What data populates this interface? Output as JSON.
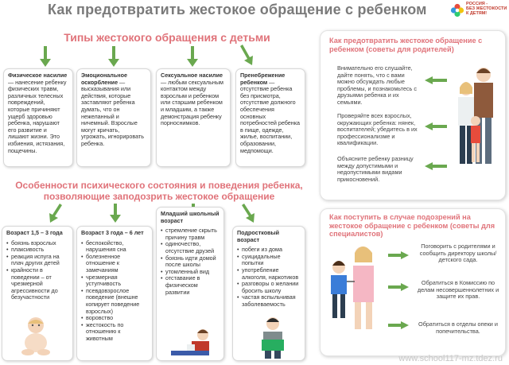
{
  "title": "Как предотвратить жестокое обращение с ребенком",
  "logo": {
    "line1": "РОССИЯ -",
    "line2": "БЕЗ ЖЕСТОКОСТИ",
    "line3": "К ДЕТЯМ!"
  },
  "section1": "Типы жестокого обращения с детьми",
  "types": [
    {
      "heading": "Физическое насилие",
      "text": " — нанесение ребенку физических травм, различных телесных повреждений, которые причиняют ущерб здоровью ребенка, нарушают его развитие и лишают жизни. Это избиения, истязания, пощечины."
    },
    {
      "heading": "Эмоциональное оскорбление",
      "text": " — высказывания или действия, которые заставляют ребенка думать, что он нежеланный и ничемный. Взрослые могут кричать, угрожать, игнорировать ребенка."
    },
    {
      "heading": "Сексуальное насилие",
      "text": " — любым сексуальным контактом между взрослым и ребенком или старшим ребенком и младшим, а также демонстрация ребенку порноснимков."
    },
    {
      "heading": "Пренебрежение ребенком",
      "text": " — отсутствие ребенка без присмотра, отсутствие должного обеспечения основных потребностей ребенка в пище, одежде, жилье, воспитании, образовании, медпомощи."
    }
  ],
  "section2_line1": "Особенности психического состояния и поведения ребенка,",
  "section2_line2": "позволяющие заподозрить жестокое обращение",
  "ages": [
    {
      "heading": "Возраст 1,5 – 3 года",
      "items": [
        "боязнь взрослых",
        "плаксивость",
        "реакция испуга на плач других детей",
        "крайности в поведении – от чрезмерной агрессивности до безучастности"
      ]
    },
    {
      "heading": "Возраст 3 года – 6 лет",
      "items": [
        "беспокойство, нарушения сна",
        "болезненное отношение к замечаниям",
        "чрезмерная уступчивость",
        "псевдовзрослое поведение (внешне копирует поведение взрослых)",
        "воровство",
        "жестокость по отношению к животным"
      ]
    },
    {
      "heading": "Младший школьный возраст",
      "items": [
        "стремление скрыть причину травм",
        "одиночество, отсутствие друзей",
        "боязнь идти домой после школы",
        "утомленный вид",
        "отставание в физическом развитии"
      ]
    },
    {
      "heading": "Подростковый возраст",
      "items": [
        "побеги из дома",
        "суицидальные попытки",
        "употребление алкоголя, наркотиков",
        "разговоры о желании бросить школу",
        "частая вспыльчивая заболеваемость"
      ]
    }
  ],
  "parents": {
    "title": "Как предотвратить жестокое обращение с ребенком (советы для родителей)",
    "tips": [
      "Внимательно его слушайте, дайте понять, что с вами можно обсуждать любые проблемы, и познакомьтесь с друзьями ребенка и их семьями.",
      "Проверяйте всех взрослых, окружающих ребенка: нянек, воспитателей; убедитесь в их профессионализме и квалификации.",
      "Объясните ребенку разницу между допустимыми и недопустимыми видами прикосновений."
    ]
  },
  "specialists": {
    "title": "Как поступить в случае подозрений на жестокое обращение с ребенком (советы для специалистов)",
    "tips": [
      "Поговорить с родителями и сообщить директору школы/детского сада.",
      "Обратиться в Комиссию по делам несовершеннолетних и защите их прав.",
      "Обратиться в отделы опеки и попечительства."
    ]
  },
  "footer": "www.school117-mz.tdez.ru",
  "colors": {
    "accent": "#e0737a",
    "arrow": "#6aa84f",
    "title": "#7a7a7a"
  }
}
